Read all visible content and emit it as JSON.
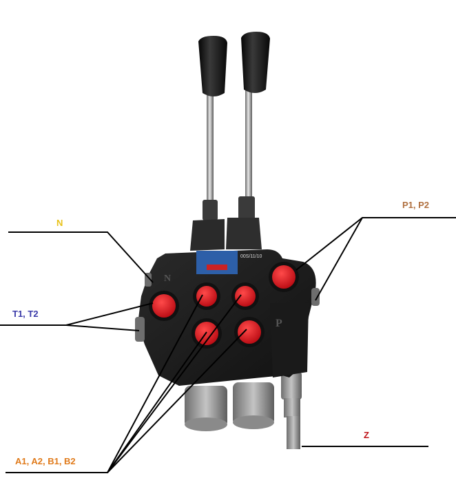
{
  "labels": {
    "n": "N",
    "t": "T1, T2",
    "p": "P1, P2",
    "ab": "A1, A2, B1, B2",
    "z": "Z"
  },
  "colors": {
    "n": "#e8c21a",
    "t": "#3a3aa8",
    "p": "#b07040",
    "ab": "#e07a1a",
    "z": "#c0141a",
    "body": "#1c1c1c",
    "cap": "#d8121c",
    "steel": "#9a9a9a"
  },
  "plate": {
    "code": "00S/11/10"
  },
  "body_marks": {
    "n": "N",
    "p": "P"
  }
}
